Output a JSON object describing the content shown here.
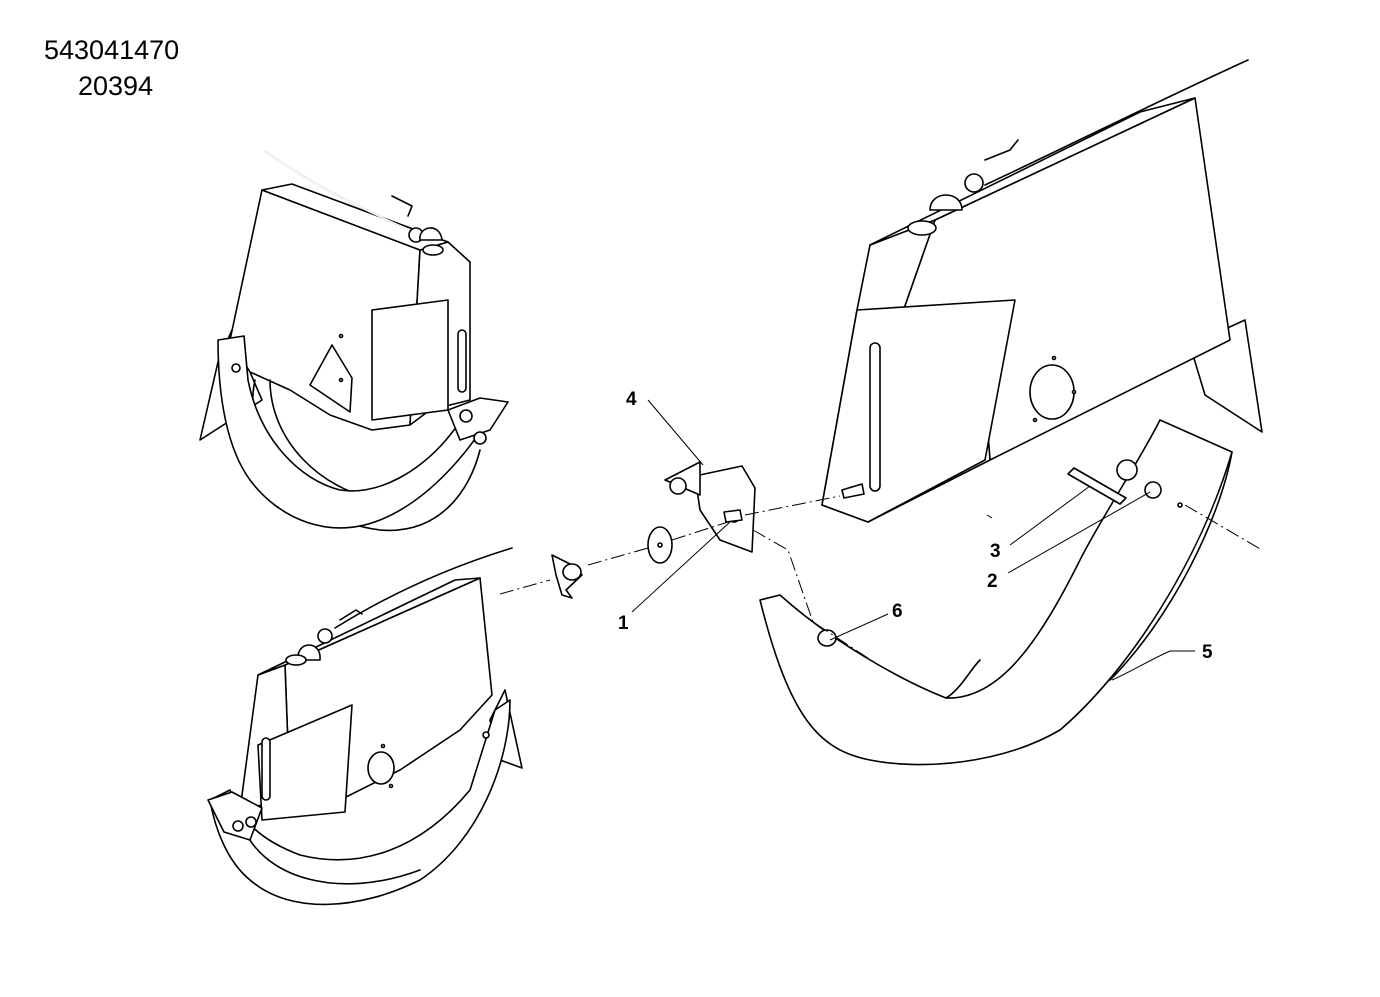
{
  "header": {
    "part_number": "543041470",
    "drawing_number": "20394"
  },
  "callouts": [
    {
      "id": "4",
      "label": "4"
    },
    {
      "id": "1",
      "label": "1"
    },
    {
      "id": "3",
      "label": "3"
    },
    {
      "id": "2",
      "label": "2"
    },
    {
      "id": "6",
      "label": "6"
    },
    {
      "id": "5",
      "label": "5"
    }
  ]
}
